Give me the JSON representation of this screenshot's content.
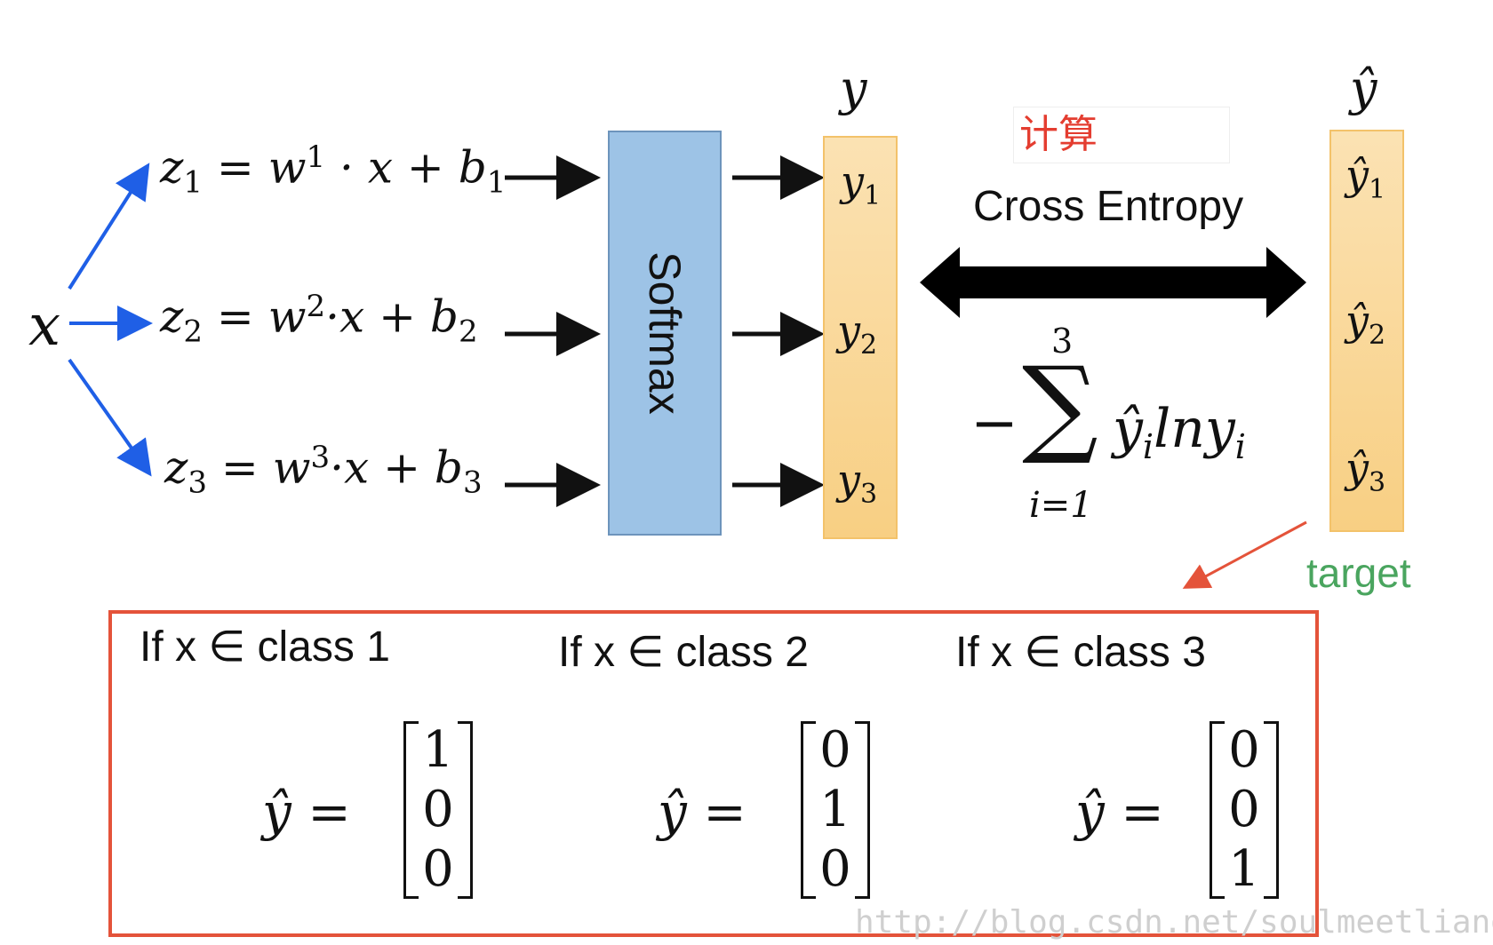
{
  "input": {
    "x": "x"
  },
  "equations": {
    "z1": {
      "lhs": "z",
      "lhs_sub": "1",
      "w": "w",
      "w_sup": "1",
      "rest": "· x + ",
      "b": "b",
      "b_sub": "1"
    },
    "z2": {
      "lhs": "z",
      "lhs_sub": "2",
      "w": "w",
      "w_sup": "2",
      "rest": "·x + ",
      "b": "b",
      "b_sub": "2"
    },
    "z3": {
      "lhs": "z",
      "lhs_sub": "3",
      "w": "w",
      "w_sup": "3",
      "rest": "·x + ",
      "b": "b",
      "b_sub": "3"
    }
  },
  "softmax": {
    "label": "Softmax"
  },
  "output": {
    "header": "y",
    "components": [
      {
        "var": "y",
        "sub": "1"
      },
      {
        "var": "y",
        "sub": "2"
      },
      {
        "var": "y",
        "sub": "3"
      }
    ]
  },
  "target": {
    "header": "ŷ",
    "components": [
      {
        "var": "ŷ",
        "sub": "1"
      },
      {
        "var": "ŷ",
        "sub": "2"
      },
      {
        "var": "ŷ",
        "sub": "3"
      }
    ],
    "label": "target"
  },
  "note": {
    "text": "计算"
  },
  "loss": {
    "label": "Cross Entropy",
    "minus": "−",
    "sum_top": "3",
    "sum_symbol": "∑",
    "sum_bottom": "i=1",
    "body_var": "ŷ",
    "body_sub": "i",
    "body_ln": "lny",
    "body_ln_sub": "i"
  },
  "classes": [
    {
      "title": "If x ∈ class 1",
      "eq": "ŷ =",
      "vector": [
        "1",
        "0",
        "0"
      ]
    },
    {
      "title": "If x ∈ class 2",
      "eq": "ŷ =",
      "vector": [
        "0",
        "1",
        "0"
      ]
    },
    {
      "title": "If x ∈ class 3",
      "eq": "ŷ =",
      "vector": [
        "0",
        "0",
        "1"
      ]
    }
  ],
  "watermark": "http://blog.csdn.net/soulmeetliang",
  "colors": {
    "input_arrows": "#1f5fe6",
    "softmax_fill": "#9dc3e6",
    "vector_fill": "#f8cf83",
    "note_text": "#e43d30",
    "target_text": "#4aa55f",
    "class_box_border": "#e4533a"
  }
}
